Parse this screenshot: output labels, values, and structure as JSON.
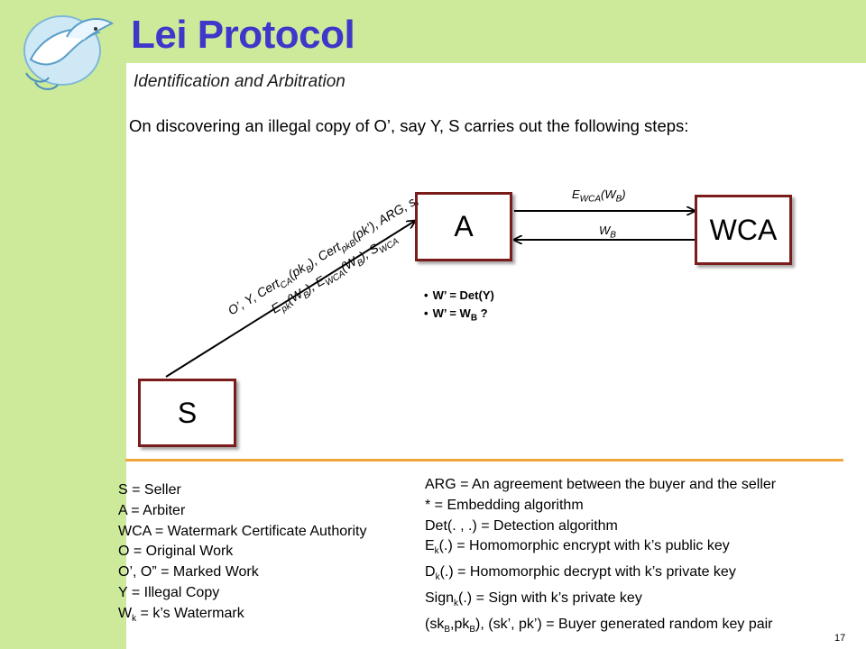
{
  "header": {
    "title": "Lei Protocol",
    "subtitle": "Identification and Arbitration"
  },
  "intro": "On discovering an illegal copy of O’, say Y, S carries out the following steps:",
  "diagram": {
    "nodes": {
      "a": "A",
      "wca": "WCA",
      "s": "S"
    },
    "edge_a_to_wca": {
      "main": "E",
      "sub": "WCA",
      "open": "(W",
      "sub2": "B",
      "close": ")"
    },
    "edge_wca_to_a": {
      "main": "W",
      "sub": "B"
    },
    "edge_s_to_a": {
      "line1_a": "O’, Y, Cert",
      "line1_sub1": "CA",
      "line1_b": "(pk",
      "line1_sub2": "B",
      "line1_c": "), Cert",
      "line1_sub3": "pkB",
      "line1_d": "(pk’), ARG, s,",
      "line2_a": "E",
      "line2_sub1": "pk",
      "line2_b": "(W",
      "line2_sub2": "B",
      "line2_c": "), E",
      "line2_sub3": "WCA",
      "line2_d": "(W",
      "line2_sub4": "B",
      "line2_e": "), S",
      "line2_sub5": "WCA"
    },
    "checks": {
      "c1": "W’ = Det(Y)",
      "c2_a": "W’ = W",
      "c2_sub": "B",
      "c2_b": " ?"
    }
  },
  "legend_left": {
    "l1": "S = Seller",
    "l2": "A = Arbiter",
    "l3": "WCA = Watermark Certificate Authority",
    "l4": "O = Original Work",
    "l5": "O’, O” = Marked Work",
    "l6": "Y = Illegal Copy",
    "l7_a": "W",
    "l7_sub": "k",
    "l7_b": " = k’s Watermark"
  },
  "legend_right": {
    "r1": "ARG = An agreement between the buyer and the seller",
    "r2": "* = Embedding algorithm",
    "r3": "Det(. , .) = Detection algorithm",
    "r4_a": "E",
    "r4_sub": "k",
    "r4_b": "(.) = Homomorphic encrypt with k’s public key",
    "r5_a": "D",
    "r5_sub": "k",
    "r5_b": "(.) = Homomorphic decrypt with k’s private key",
    "r6_a": "Sign",
    "r6_sub": "k",
    "r6_b": "(.) = Sign with k’s private key",
    "r7_a": "(sk",
    "r7_sub1": "B",
    "r7_b": ",pk",
    "r7_sub2": "B",
    "r7_c": "), (sk’, pk’) = Buyer generated random key pair"
  },
  "page_number": "17",
  "colors": {
    "title": "#3f37c9",
    "band": "#ccea9a",
    "node_border": "#7b1c1c",
    "divider": "#f2a53a"
  }
}
